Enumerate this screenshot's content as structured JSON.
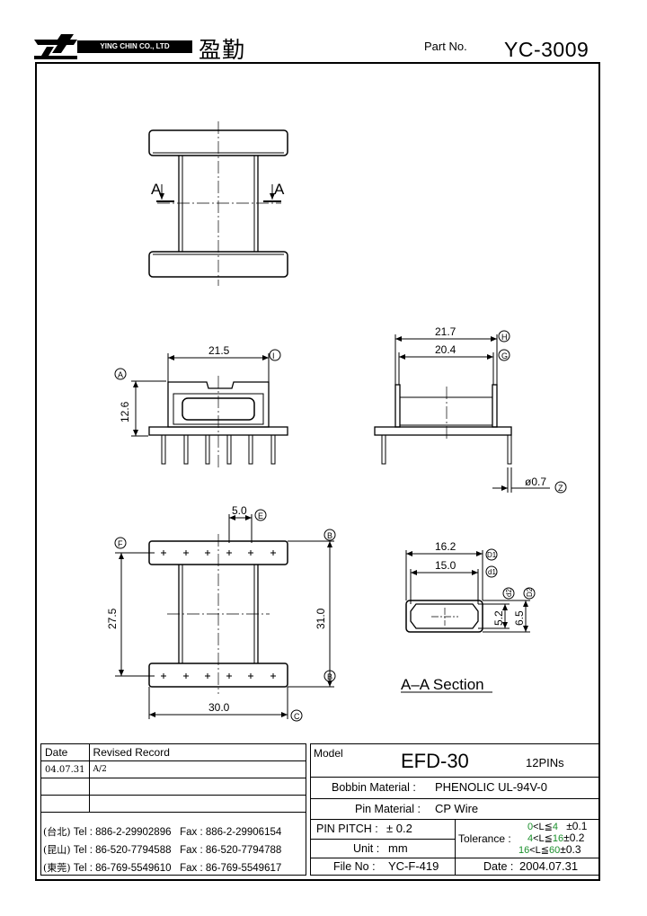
{
  "header": {
    "company_en": "YING CHIN CO., LTD",
    "company_cn": "盈勤",
    "part_no_label": "Part  No.",
    "part_no_value": "YC-3009"
  },
  "drawing": {
    "section_marker": "A",
    "top_view": {
      "dim_width": "21.5",
      "dim_height": "12.6",
      "ref_width": "I",
      "ref_height": "A"
    },
    "side_view": {
      "dim_outer": "21.7",
      "dim_inner": "20.4",
      "ref_outer": "H",
      "ref_inner": "G",
      "pin_dia": "ø0.7",
      "ref_pin": "Z"
    },
    "plan_view": {
      "dim_pitch": "5.0",
      "dim_pin_span": "27.5",
      "dim_length": "31.0",
      "dim_width": "30.0",
      "ref_pitch": "E",
      "ref_pin_span": "F",
      "ref_length": "B",
      "ref_width": "C"
    },
    "section_view": {
      "dim_d1": "16.2",
      "dim_d1_inner": "15.0",
      "dim_h_inner": "5.2",
      "dim_h_outer": "6.5",
      "ref_d1": "D1",
      "ref_d1_inner": "d1",
      "ref_d2": "D2",
      "ref_d2_inner": "d2"
    },
    "section_title": "A–A  Section"
  },
  "revision": {
    "col_date": "Date",
    "col_record": "Revised  Record",
    "rows": [
      {
        "date": "04.07.31",
        "record": "A/2"
      },
      {
        "date": "",
        "record": ""
      },
      {
        "date": "",
        "record": ""
      }
    ]
  },
  "contacts": [
    {
      "tag": "(台北)",
      "tel": "Tel : 886-2-29902896",
      "fax": "Fax : 886-2-29906154"
    },
    {
      "tag": "(昆山)",
      "tel": "Tel : 86-520-7794588",
      "fax": "Fax : 86-520-7794788"
    },
    {
      "tag": "(東莞)",
      "tel": "Tel : 86-769-5549610",
      "fax": "Fax : 86-769-5549617"
    }
  ],
  "spec": {
    "model_label": "Model",
    "model_value": "EFD-30",
    "pins": "12PINs",
    "bobbin_label": "Bobbin  Material :",
    "bobbin_value": "PHENOLIC UL-94V-0",
    "pin_material_label": "Pin  Material :",
    "pin_material_value": "CP  Wire",
    "pitch_label": "PIN  PITCH :",
    "pitch_value": "± 0.2",
    "unit_label": "Unit :",
    "unit_value": "mm",
    "file_label": "File  No :",
    "file_value": "YC-F-419",
    "tolerance_label": "Tolerance :",
    "tolerance": [
      {
        "lo": "0",
        "mid": "<L≦",
        "hi": "4",
        "tol": "±0.1"
      },
      {
        "lo": "4",
        "mid": "<L≦",
        "hi": "16",
        "tol": "±0.2"
      },
      {
        "lo": "16",
        "mid": "<L≦",
        "hi": "60",
        "tol": "±0.3"
      }
    ],
    "date_label": "Date :",
    "date_value": "2004.07.31"
  }
}
